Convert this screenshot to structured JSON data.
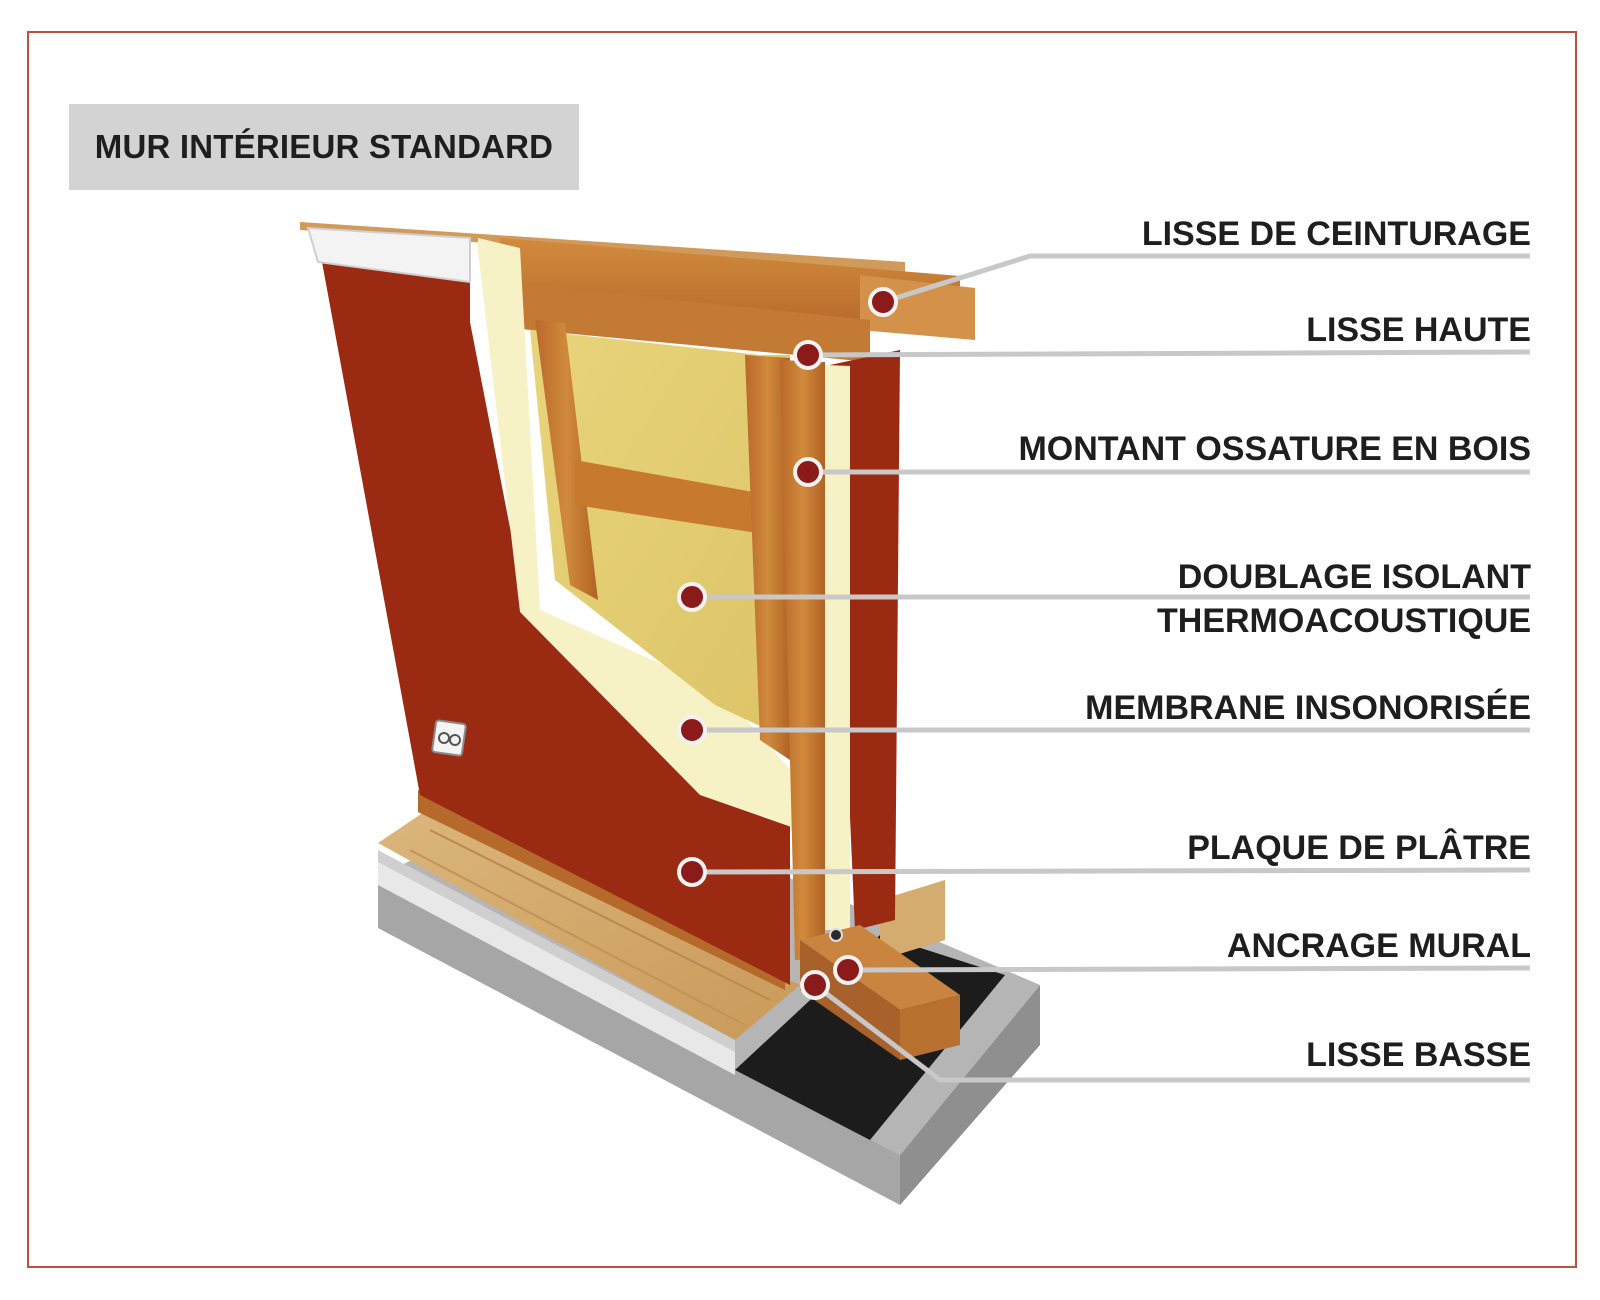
{
  "title": "MUR INTÉRIEUR STANDARD",
  "colors": {
    "frame": "#b8523d",
    "plaster": "#9a2a12",
    "marker": "#8b1a1a",
    "leader": "#c8c8c8",
    "wood": "#c77a2e",
    "insulation": "#e6cf72",
    "membrane": "#f7f1c6",
    "concrete": "#a9a9a9",
    "title_box": "#d3d3d3"
  },
  "callouts": [
    {
      "id": "lisse-de-ceinturage",
      "lines": [
        "LISSE DE CEINTURAGE"
      ]
    },
    {
      "id": "lisse-haute",
      "lines": [
        "LISSE HAUTE"
      ]
    },
    {
      "id": "montant-ossature-en-bois",
      "lines": [
        "MONTANT OSSATURE EN BOIS"
      ]
    },
    {
      "id": "doublage-isolant",
      "lines": [
        "DOUBLAGE ISOLANT",
        "THERMOACOUSTIQUE"
      ]
    },
    {
      "id": "membrane-insonorisee",
      "lines": [
        "MEMBRANE INSONORISÉE"
      ]
    },
    {
      "id": "plaque-de-platre",
      "lines": [
        "PLAQUE DE PLÂTRE"
      ]
    },
    {
      "id": "ancrage-mural",
      "lines": [
        "ANCRAGE MURAL"
      ]
    },
    {
      "id": "lisse-basse",
      "lines": [
        "LISSE BASSE"
      ]
    }
  ]
}
